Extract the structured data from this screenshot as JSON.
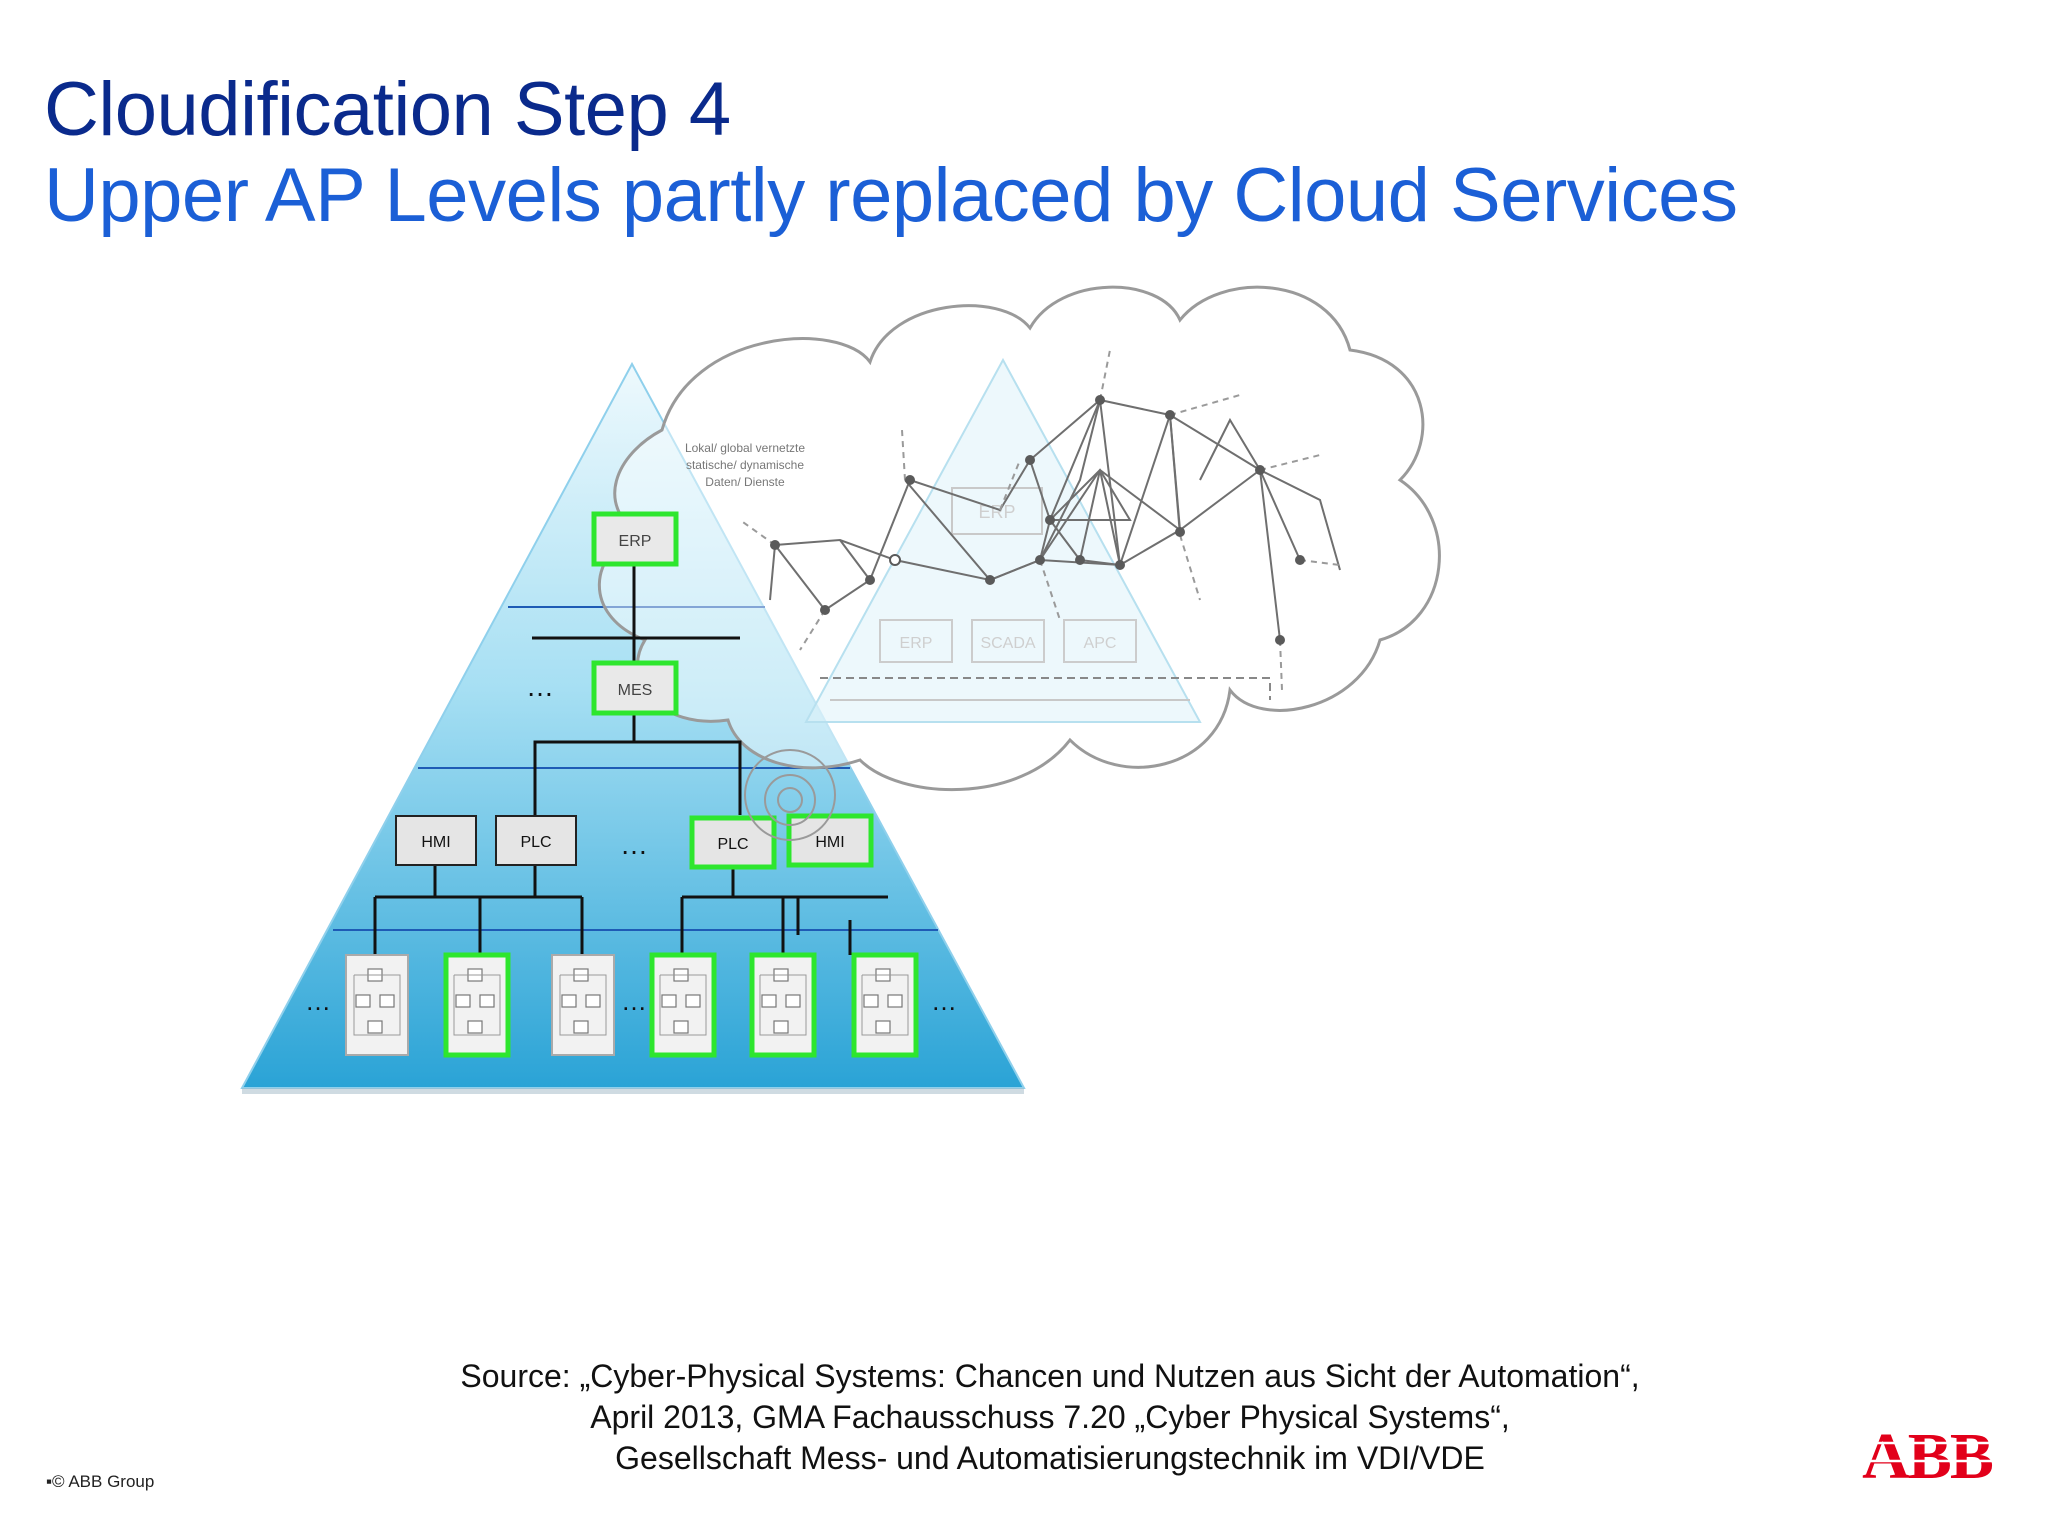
{
  "title": {
    "line1": "Cloudification Step 4",
    "line2": "Upper AP Levels partly replaced by Cloud Services"
  },
  "cloud_caption": [
    "Lokal/ global vernetzte",
    "statische/ dynamische",
    "Daten/ Dienste"
  ],
  "ghost_labels": {
    "erp": "ERP",
    "left": "ERP",
    "mid": "SCADA",
    "right": "APC"
  },
  "pyramid": {
    "erp": "ERP",
    "mes": "MES",
    "hmi_1": "HMI",
    "plc_1": "PLC",
    "plc_2": "PLC",
    "hmi_2": "HMI",
    "ellipsis": "…"
  },
  "source": {
    "line1": "Source: „Cyber-Physical Systems: Chancen und Nutzen aus Sicht der Automation“,",
    "line2": "April 2013, GMA Fachausschuss 7.20 „Cyber Physical Systems“,",
    "line3": "Gesellschaft Mess- und Automatisierungstechnik im VDI/VDE"
  },
  "footer": {
    "copyright": "▪© ABB Group"
  },
  "logo": {
    "text": "ABB",
    "color": "#e2001a"
  },
  "colors": {
    "title_dark": "#0a2a8c",
    "title_blue": "#1b5fd6",
    "green_highlight": "#2ee62e",
    "pyramid_top": "#e6f6fc",
    "pyramid_bottom": "#2aa3d6"
  }
}
